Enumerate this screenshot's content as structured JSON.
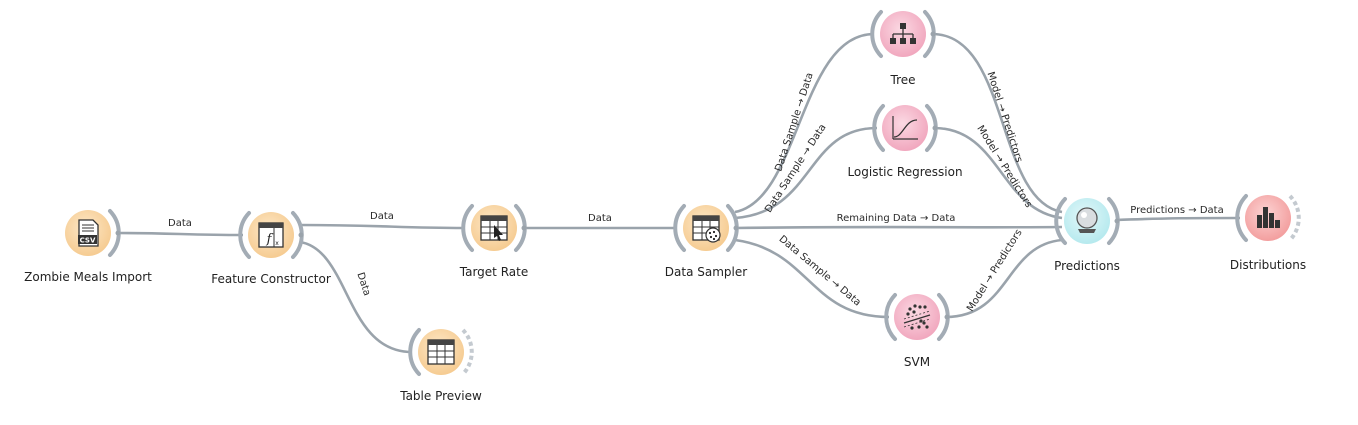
{
  "nodes": {
    "zombie_meals_import": {
      "label": "Zombie Meals Import",
      "icon": "csv-file-icon"
    },
    "feature_constructor": {
      "label": "Feature Constructor",
      "icon": "formula-icon"
    },
    "target_rate": {
      "label": "Target Rate",
      "icon": "pointer-table-icon"
    },
    "table_preview": {
      "label": "Table Preview",
      "icon": "table-icon"
    },
    "data_sampler": {
      "label": "Data Sampler",
      "icon": "sampler-icon"
    },
    "tree": {
      "label": "Tree",
      "icon": "tree-icon"
    },
    "logistic_regression": {
      "label": "Logistic Regression",
      "icon": "sigmoid-icon"
    },
    "svm": {
      "label": "SVM",
      "icon": "svm-icon"
    },
    "predictions": {
      "label": "Predictions",
      "icon": "crystal-ball-icon"
    },
    "distributions": {
      "label": "Distributions",
      "icon": "bar-chart-icon"
    }
  },
  "links": {
    "import_to_fc": "Data",
    "fc_to_target": "Data",
    "fc_to_preview": "Data",
    "target_to_sampler": "Data",
    "sampler_to_tree": "Data Sample → Data",
    "sampler_to_logreg": "Data Sample → Data",
    "sampler_to_predictions": "Remaining Data → Data",
    "sampler_to_svm": "Data Sample → Data",
    "tree_to_predictions": "Model → Predictors",
    "logreg_to_predictions": "Model → Predictors",
    "svm_to_predictions": "Model → Predictors",
    "predictions_to_dist": "Predictions → Data"
  },
  "colors": {
    "orange_node": "#f8d9ad",
    "pink_node": "#f5bccd",
    "teal_node": "#c6eff2",
    "red_node": "#f7b9b9",
    "link": "#9aa3ab"
  }
}
